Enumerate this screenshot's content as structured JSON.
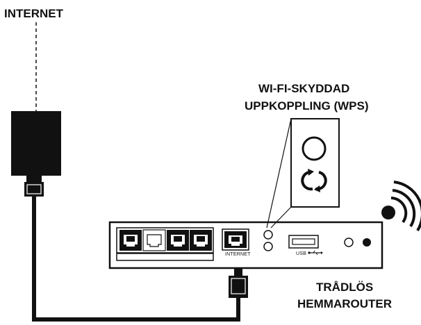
{
  "labels": {
    "internet": "INTERNET",
    "wps_line1": "WI-FI-SKYDDAD",
    "wps_line2": "UPPKOPPLING (WPS)",
    "router_line1": "TRÅDLÖS",
    "router_line2": "HEMMAROUTER"
  },
  "port_labels": {
    "internet": "INTERNET",
    "usb": "USB"
  },
  "icons": {
    "wps_button": "wps-power-icon",
    "wifi_signal": "wifi-signal-icon",
    "usb_symbol": "usb-icon"
  },
  "colors": {
    "ink": "#111111",
    "background": "#ffffff"
  }
}
